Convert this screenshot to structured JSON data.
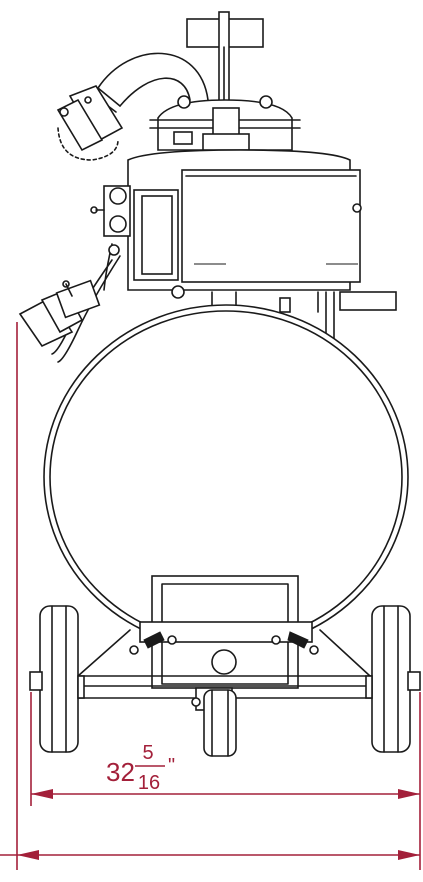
{
  "dimension": {
    "whole": "32",
    "numerator": "5",
    "denominator": "16",
    "unit": "\""
  },
  "colors": {
    "line": "#1a1a1a",
    "dimension": "#a3203a",
    "background": "#ffffff"
  }
}
